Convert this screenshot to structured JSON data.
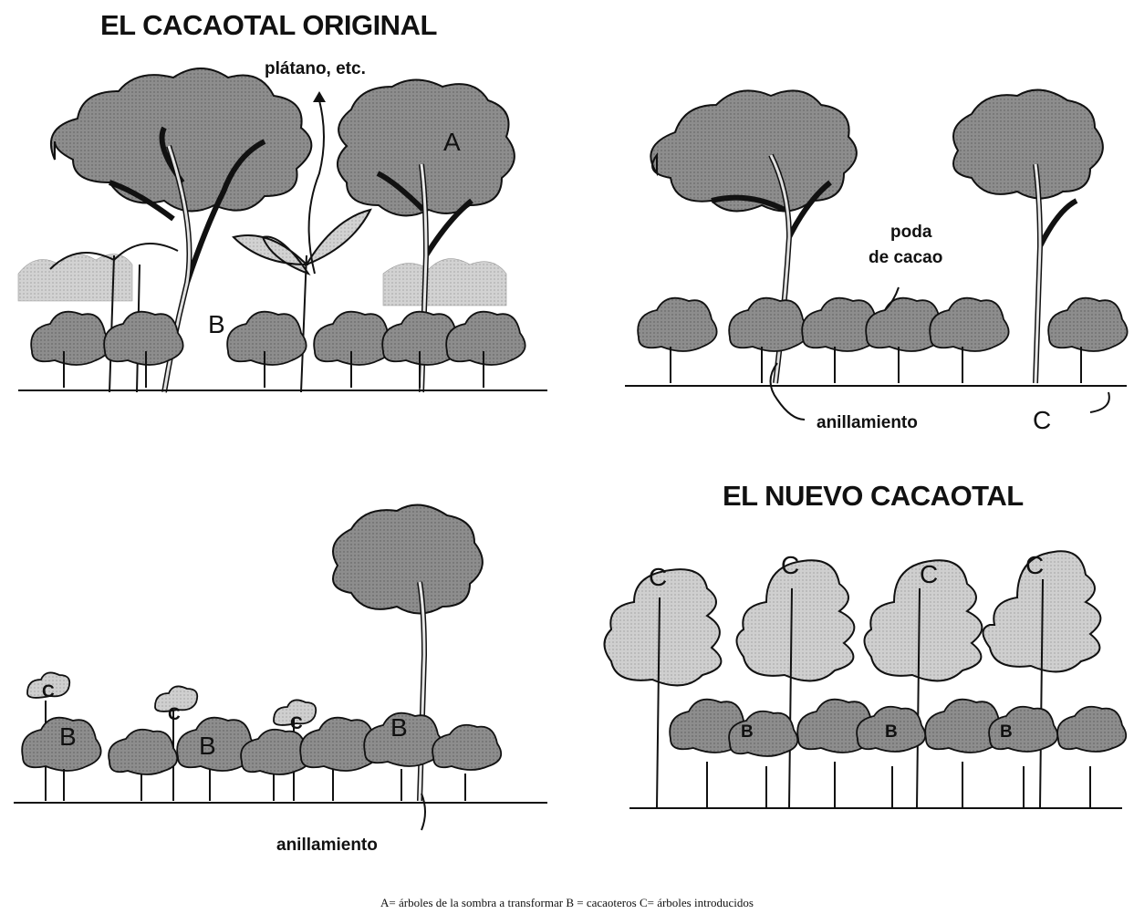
{
  "titles": {
    "original": "EL CACAOTAL ORIGINAL",
    "nuevo": "EL NUEVO CACAOTAL"
  },
  "panel1": {
    "label_platano": "plátano, etc.",
    "letter_a": "A",
    "letter_b": "B"
  },
  "panel2": {
    "label_poda_line1": "poda",
    "label_poda_line2": "de cacao",
    "label_anillamiento": "anillamiento",
    "letter_c": "C"
  },
  "panel3": {
    "label_anillamiento": "anillamiento",
    "letters_b": [
      "B",
      "B",
      "B"
    ],
    "letters_c": [
      "C",
      "C",
      "C"
    ]
  },
  "panel4": {
    "letters_c": [
      "C",
      "C",
      "C",
      "C"
    ],
    "letters_b": [
      "B",
      "B",
      "B"
    ]
  },
  "legend": "A= árboles de la sombra a transformar  B = cacaoteros  C= árboles introducidos",
  "colors": {
    "canopy_dark": "#8a8a8a",
    "canopy_light": "#c4c4c4",
    "cacao": "#9a9a9a",
    "outline": "#111111",
    "trunk": "#d8d8d8"
  }
}
